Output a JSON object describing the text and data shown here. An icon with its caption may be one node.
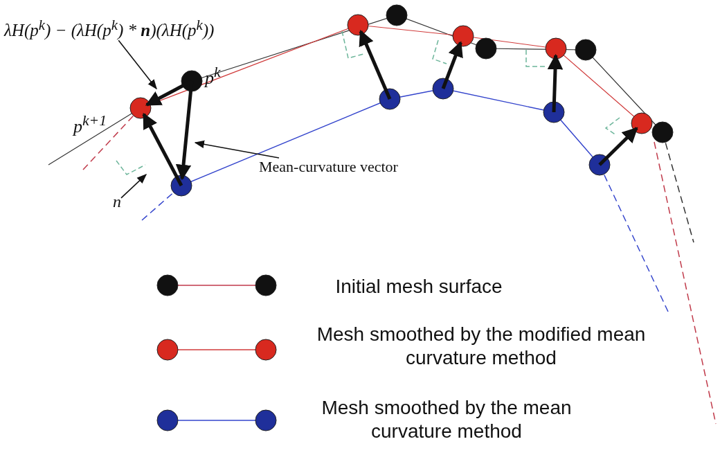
{
  "diagram": {
    "nodes": [
      {
        "text": [
          "λH(p$^{k}$) − (λH(p$^{k}$) * **n**)(λH(p$^{k}$))"
        ]
      },
      {
        "text": [
          "Mean-curvature vector"
        ]
      },
      {
        "text": [
          "n"
        ]
      }
    ],
    "edges": [
      {
        "from": 0,
        "to": null,
        "arrow": "to"
      },
      {
        "from": 1,
        "to": null,
        "arrow": "to"
      },
      {
        "from": 2,
        "to": null,
        "arrow": "to"
      }
    ],
    "labels": [
      "p$^{k}$",
      "p$^{k+1}$"
    ],
    "legend": [
      {
        "text": "Initial mesh surface"
      },
      {
        "text": "Mesh smoothed by the modified mean curvature method"
      },
      {
        "text": "Mesh smoothed by the mean curvature method"
      }
    ]
  }
}
